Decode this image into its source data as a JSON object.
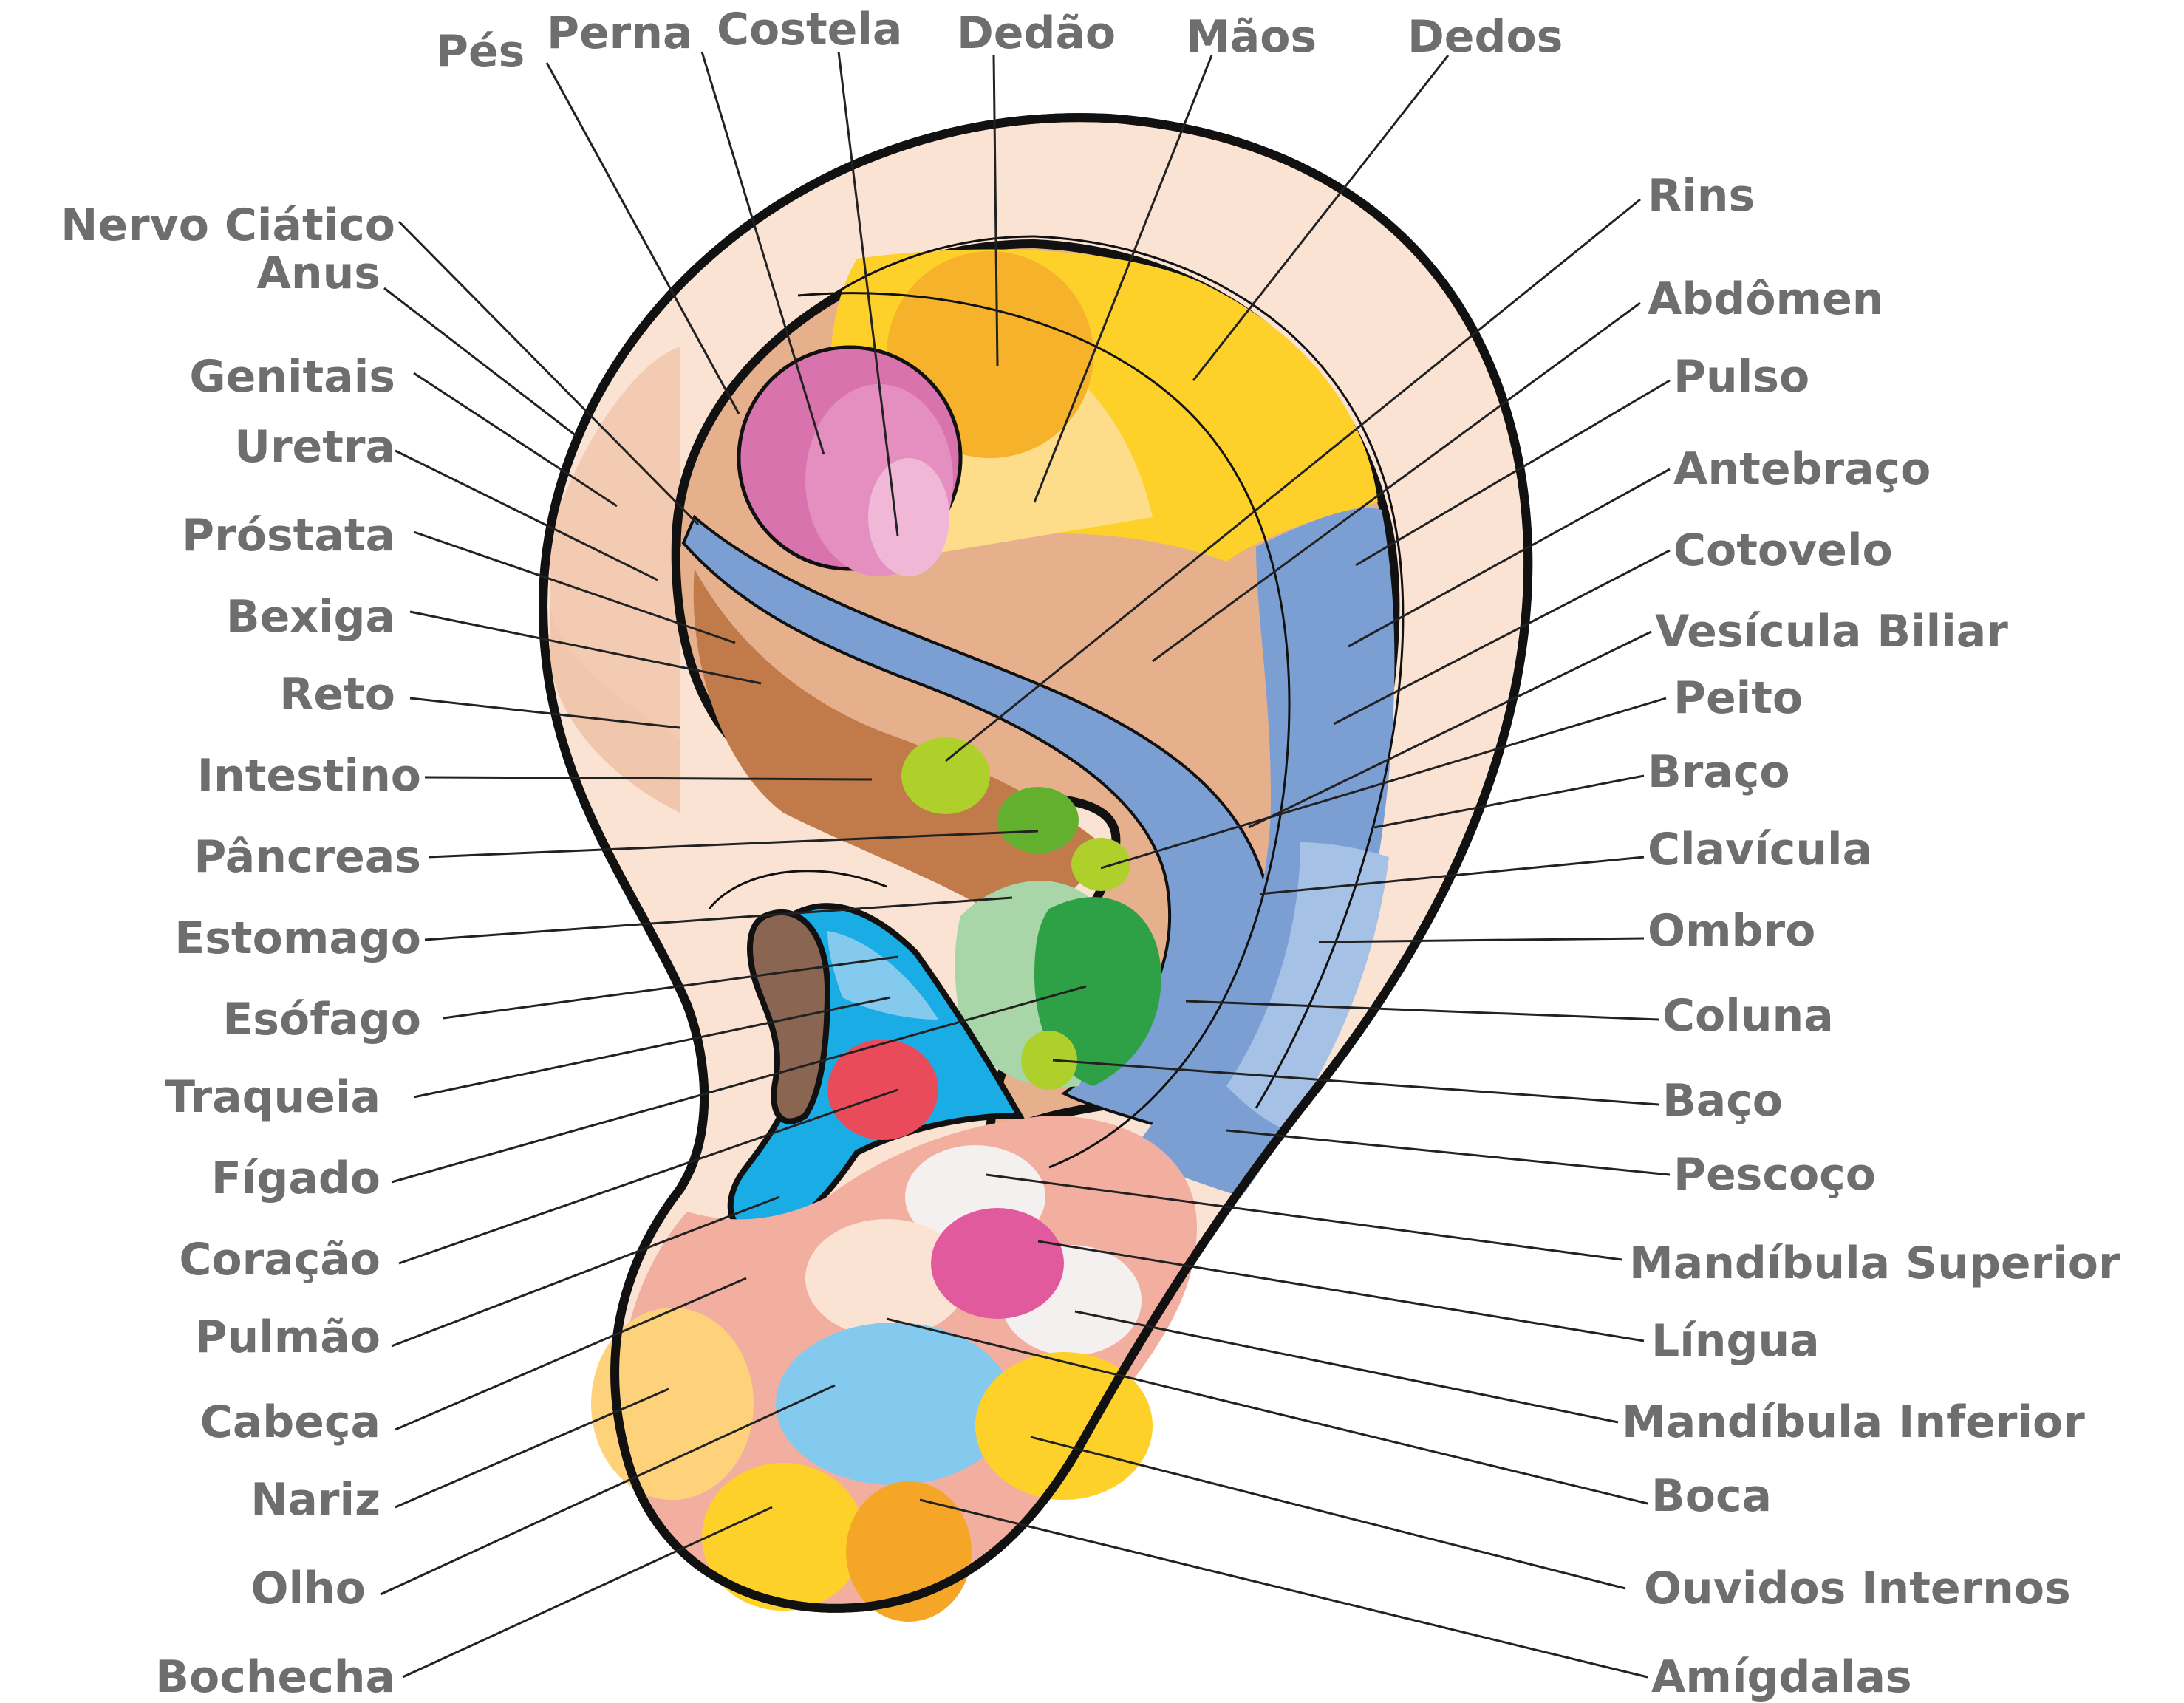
{
  "labels": {
    "pes": "Pés",
    "perna": "Perna",
    "costela": "Costela",
    "dedao": "Dedão",
    "maos": "Mãos",
    "dedos": "Dedos",
    "rins": "Rins",
    "abdomen": "Abdômen",
    "pulso": "Pulso",
    "antebraco": "Antebraço",
    "cotovelo": "Cotovelo",
    "vesicula_biliar": "Vesícula Biliar",
    "peito": "Peito",
    "braco": "Braço",
    "clavicula": "Clavícula",
    "ombro": "Ombro",
    "coluna": "Coluna",
    "baco": "Baço",
    "pescoco": "Pescoço",
    "mandibula_superior": "Mandíbula Superior",
    "lingua": "Língua",
    "mandibula_inferior": "Mandíbula Inferior",
    "boca": "Boca",
    "ouvidos_internos": "Ouvidos Internos",
    "amigdalas": "Amígdalas",
    "nervo_ciatico": "Nervo Ciático",
    "anus": "Anus",
    "genitais": "Genitais",
    "uretra": "Uretra",
    "prostata": "Próstata",
    "bexiga": "Bexiga",
    "reto": "Reto",
    "intestino": "Intestino",
    "pancreas": "Pâncreas",
    "estomago": "Estomago",
    "esofago": "Esófago",
    "traqueia": "Traqueia",
    "figado": "Fígado",
    "coracao": "Coração",
    "pulmao": "Pulmão",
    "cabeca": "Cabeça",
    "nariz": "Nariz",
    "olho": "Olho",
    "bochecha": "Bochecha"
  },
  "colors": {
    "text": "#6e6e6e",
    "outline": "#111111",
    "skin": "#fbe3d3",
    "tan": "#e7b08d",
    "brown": "#c17a4a",
    "yellow": "#fdd12a",
    "light_yellow": "#fddc8a",
    "orange": "#f6a626",
    "pink": "#d873ad",
    "blue": "#7b9fd2",
    "light_blue": "#a6c1e6",
    "cyan": "#1aace4",
    "sky": "#83caee",
    "green": "#2ea146",
    "lime": "#afcf2a",
    "red": "#e94b5b",
    "salmon": "#f2afa0",
    "magenta": "#e15a9e",
    "dark_brown": "#8a6552"
  }
}
